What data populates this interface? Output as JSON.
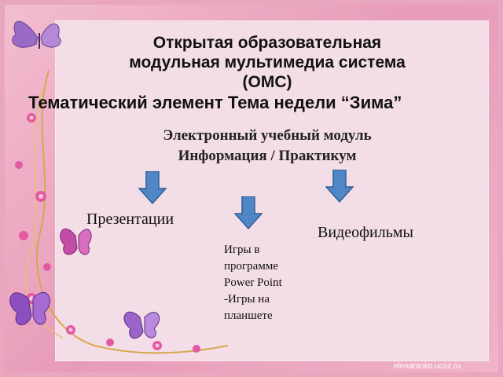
{
  "slide": {
    "title_line1": "Открытая образовательная",
    "title_line2": "модульная мультимедиа система",
    "title_line3": "(ОМС)",
    "theme": "Тематический элемент Тема недели “Зима”",
    "module_line1": "Электронный учебный  модуль",
    "module_line2": "Информация / Практикум",
    "items": {
      "presentations": "Презентации",
      "video": "Видеофильмы",
      "games": [
        "Игры в",
        "программе",
        "Power Point",
        "-Игры на",
        "планшете"
      ]
    },
    "footer": "elenaranko.ucoz.ru"
  },
  "colors": {
    "background": "#e9a6bf",
    "panel": "#f3dde7",
    "arrow": "#4f86c6",
    "arrow_outline": "#2f5f94"
  },
  "icons": [
    "butterfly-icon",
    "flower-icon",
    "down-arrow-icon"
  ]
}
